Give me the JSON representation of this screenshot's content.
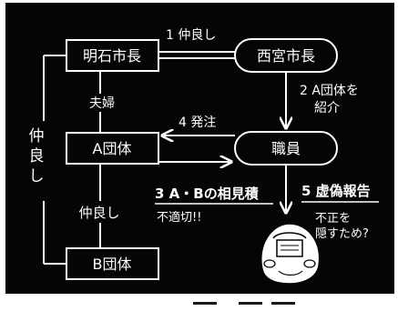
{
  "nodes": {
    "mayor_akashi": "明石市長",
    "mayor_nishinomiya": "西宮市長",
    "group_a": "A団体",
    "staff": "職員",
    "group_b": "B団体"
  },
  "relations": {
    "friends_left": "仲良し",
    "couple": "夫婦",
    "friends_ab": "仲良し"
  },
  "steps": {
    "step1": "1 仲良し",
    "step2_line1": "2 A団体を",
    "step2_line2": "紹介",
    "step4": "4 発注",
    "step3_line1": "3 A・Bの相見積",
    "step3_line2": "不適切!!",
    "step5": "5 虚偽報告",
    "callout_line1": "不正を",
    "callout_line2": "隠すため?"
  },
  "colors": {
    "background": "#050505",
    "foreground": "#ffffff"
  }
}
